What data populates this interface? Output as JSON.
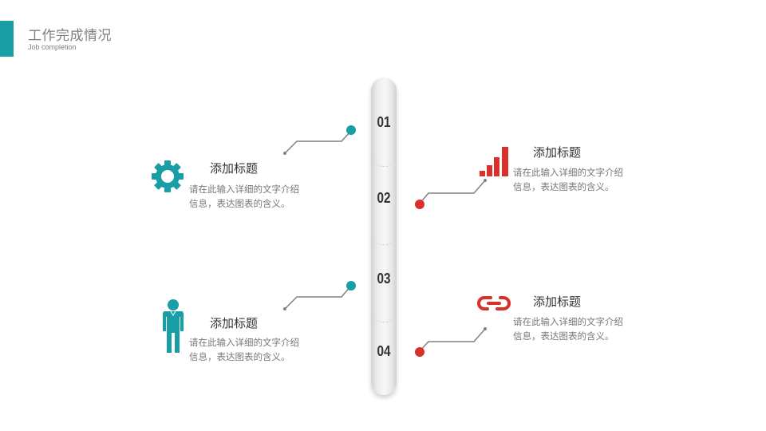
{
  "header": {
    "title": "工作完成情况",
    "subtitle": "Job completion",
    "accent_color": "#1a9ea5"
  },
  "timeline": {
    "steps": [
      "01",
      "02",
      "03",
      "04"
    ]
  },
  "colors": {
    "teal": "#1a9ea5",
    "red": "#d9302a",
    "line": "#808080"
  },
  "items": [
    {
      "id": 1,
      "side": "left",
      "icon": "gear-icon",
      "title": "添加标题",
      "desc_line1": "请在此输入详细的文字介绍",
      "desc_line2": "信息，表达图表的含义。"
    },
    {
      "id": 2,
      "side": "right",
      "icon": "bar-chart-icon",
      "title": "添加标题",
      "desc_line1": "请在此输入详细的文字介绍",
      "desc_line2": "信息，表达图表的含义。"
    },
    {
      "id": 3,
      "side": "left",
      "icon": "person-icon",
      "title": "添加标题",
      "desc_line1": "请在此输入详细的文字介绍",
      "desc_line2": "信息，表达图表的含义。"
    },
    {
      "id": 4,
      "side": "right",
      "icon": "link-icon",
      "title": "添加标题",
      "desc_line1": "请在此输入详细的文字介绍",
      "desc_line2": "信息，表达图表的含义。"
    }
  ]
}
